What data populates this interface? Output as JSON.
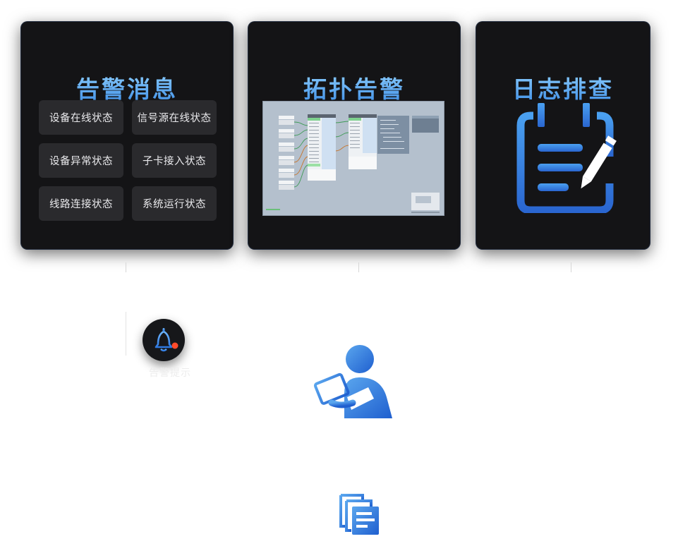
{
  "cards": {
    "alarm": {
      "title": "告警消息",
      "items": [
        "设备在线状态",
        "信号源在线状态",
        "设备异常状态",
        "子卡接入状态",
        "线路连接状态",
        "系统运行状态"
      ]
    },
    "topology": {
      "title": "拓扑告警"
    },
    "log": {
      "title": "日志排查"
    }
  },
  "bell": {
    "label": "告警提示"
  },
  "colors": {
    "accent_blue": "#3f8fe6",
    "card_bg": "#141416",
    "chip_bg": "#2a2a2d",
    "notify_red": "#ff4b2b"
  },
  "icons": [
    "clipboard-pencil-icon",
    "bell-icon",
    "person-tablet-icon",
    "documents-icon"
  ]
}
